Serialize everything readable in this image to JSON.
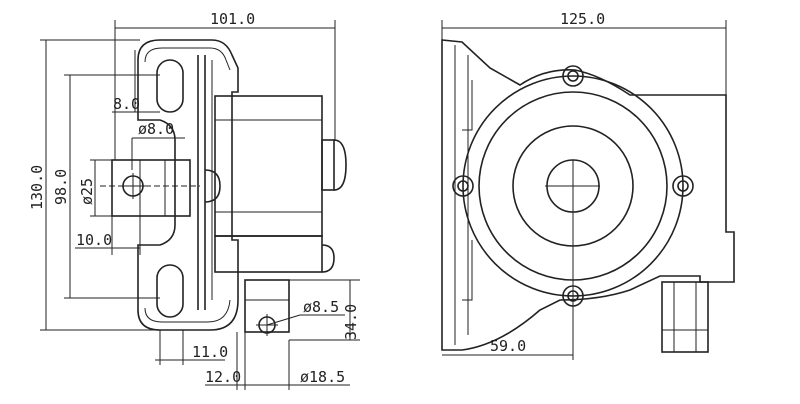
{
  "side_view": {
    "width": "101.0",
    "height": "130.0",
    "slot_pitch": "98.0",
    "slot_width": "8.0",
    "hole_dia": "ø8.0",
    "boss_dia": "ø25",
    "boss_offset": "10.0",
    "tab_offset": "11.0",
    "tab_width": "12.0",
    "tab_hole_dia": "ø8.5",
    "tab_height": "34.0",
    "tab_boss_dia": "ø18.5"
  },
  "front_view": {
    "width": "125.0",
    "center_offset": "59.0"
  }
}
